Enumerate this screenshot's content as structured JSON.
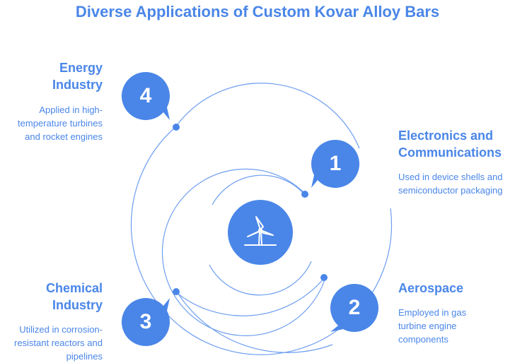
{
  "title": "Diverse Applications of Custom Kovar Alloy Bars",
  "colors": {
    "accent": "#4a86e8",
    "bubble": "#4a86e8",
    "orbit": "#6e9ef0"
  },
  "center_icon": "wind-turbine-icon",
  "items": [
    {
      "number": "1",
      "heading": "Electronics and Communications",
      "description": "Used in device shells and semiconductor packaging"
    },
    {
      "number": "2",
      "heading": "Aerospace",
      "description": "Employed in gas turbine engine components"
    },
    {
      "number": "3",
      "heading": "Chemical Industry",
      "description": "Utilized in corrosion-resistant reactors and pipelines"
    },
    {
      "number": "4",
      "heading": "Energy Industry",
      "description": "Applied in high-temperature turbines and rocket engines"
    }
  ]
}
